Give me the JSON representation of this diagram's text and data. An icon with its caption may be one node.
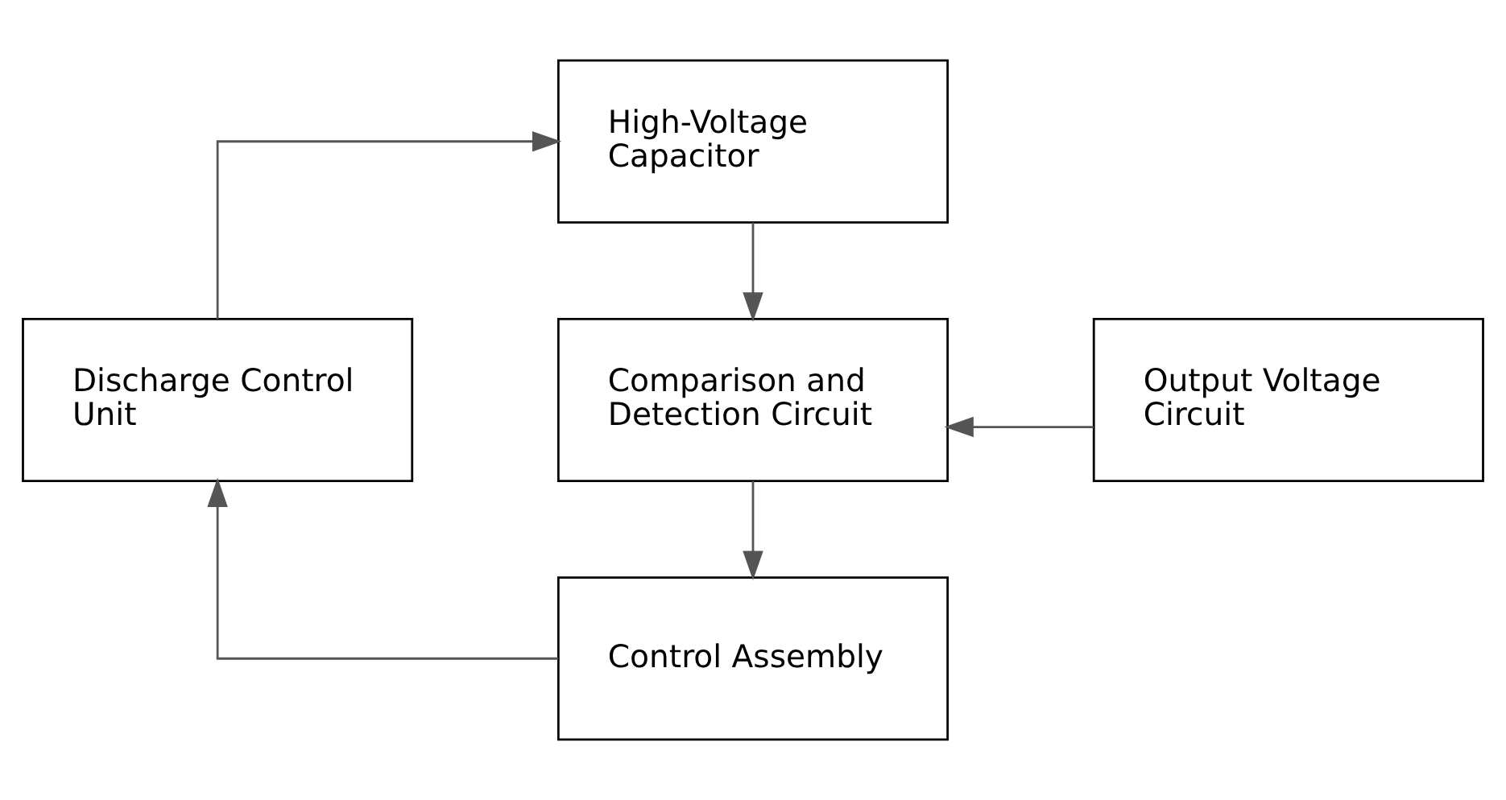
{
  "diagram": {
    "nodes": [
      {
        "text": [
          "High-Voltage Capacitor"
        ]
      },
      {
        "text": [
          "Discharge Control Unit"
        ]
      },
      {
        "text": [
          "Comparison and Detection Circuit"
        ]
      },
      {
        "text": [
          "Output Voltage Circuit"
        ]
      },
      {
        "text": [
          "Control Assembly"
        ]
      }
    ],
    "edges": [
      {
        "from": 1,
        "to": 0,
        "arrow": "to"
      },
      {
        "from": 0,
        "to": 2,
        "arrow": "to"
      },
      {
        "from": 3,
        "to": 2,
        "arrow": "to"
      },
      {
        "from": 2,
        "to": 4,
        "arrow": "to"
      },
      {
        "from": 4,
        "to": 1,
        "arrow": "to"
      }
    ]
  }
}
